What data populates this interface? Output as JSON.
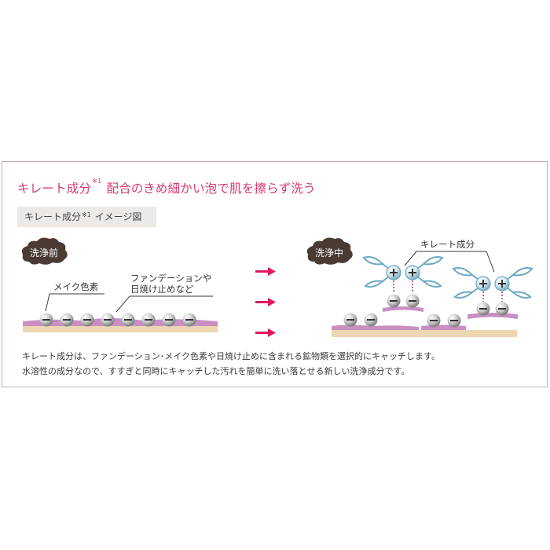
{
  "headline": {
    "before_sup": "キレート成分",
    "sup": "※1",
    "after_sup": " 配合のきめ細かい泡で肌を擦らず洗う"
  },
  "image_label": {
    "before_sup": "キレート成分",
    "sup": "※1",
    "after_sup": " イメージ図"
  },
  "before": {
    "badge": "洗浄前",
    "makeup_label": "メイク色素",
    "foundation_label_line1": "ファンデーションや",
    "foundation_label_line2": "日焼け止めなど"
  },
  "during": {
    "badge": "洗浄中",
    "chelate_label": "キレート成分"
  },
  "description": {
    "line1": "キレート成分は、ファンデーション･メイク色素や日焼け止めに含まれる鉱物類を選択的にキャッチします。",
    "line2": "水溶性の成分なので、すすぎと同時にキャッチした汚れを簡単に洗い落とせる新しい洗浄成分です。"
  },
  "colors": {
    "headline": "#d8396e",
    "arrow": "#e0195a",
    "skin_base": "#ecd7b2",
    "makeup_layer": "#c98fc2",
    "chelate": "#6aa9c4",
    "badge": "#4a3a34",
    "frame": "#c9a9a9"
  },
  "icons": {
    "minus_particle": "minus-particle-icon",
    "plus_particle": "plus-particle-icon",
    "cloud_badge": "cloud-badge-icon",
    "arrow": "arrow-right-icon"
  }
}
